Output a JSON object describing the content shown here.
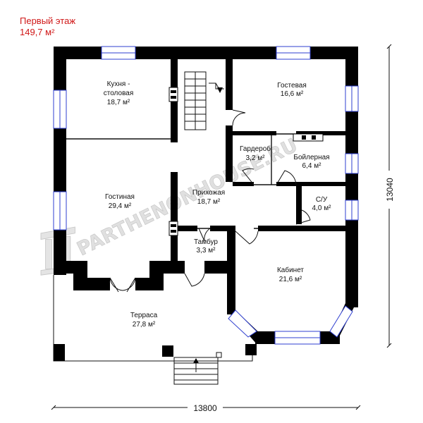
{
  "header": {
    "floor_title": "Первый этаж",
    "total_area": "149,7 м²"
  },
  "rooms": [
    {
      "id": "kitchen",
      "name_line1": "Кухня -",
      "name_line2": "столовая",
      "area": "18,7 м²"
    },
    {
      "id": "guest",
      "name": "Гостевая",
      "area": "16,6 м²"
    },
    {
      "id": "wardrobe",
      "name": "Гардероб",
      "area": "3,2 м²"
    },
    {
      "id": "boiler",
      "name": "Бойлерная",
      "area": "6,4 м²"
    },
    {
      "id": "living",
      "name": "Гостиная",
      "area": "29,4 м²"
    },
    {
      "id": "hall",
      "name": "Прихожая",
      "area": "18,7 м²"
    },
    {
      "id": "wc",
      "name": "С/У",
      "area": "4,0 м²"
    },
    {
      "id": "vestibule",
      "name": "Тамбур",
      "area": "3,3 м²"
    },
    {
      "id": "office",
      "name": "Кабинет",
      "area": "21,6 м²"
    },
    {
      "id": "terrace",
      "name": "Терраса",
      "area": "27,8 м²"
    }
  ],
  "dimensions": {
    "width": "13800",
    "depth": "13040"
  },
  "watermark": "PARTHENONHOUSE.RU",
  "colors": {
    "header_text": "#d01818",
    "walls": "#000000",
    "windows": "#2f3fd0"
  }
}
